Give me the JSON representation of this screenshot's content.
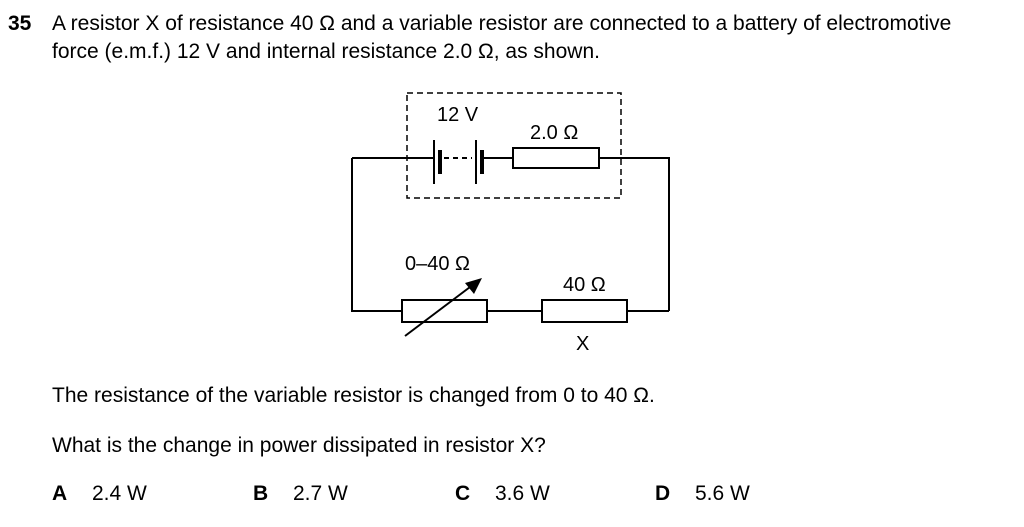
{
  "question": {
    "number": "35",
    "stem_line1": "A resistor X of resistance 40 Ω and a variable resistor are connected to a battery of electromotive",
    "stem_line2": "force (e.m.f.) 12 V and internal resistance 2.0 Ω, as shown.",
    "para1": "The resistance of the variable resistor is changed from 0 to 40 Ω.",
    "para2": "What is the change in power dissipated in resistor X?"
  },
  "diagram": {
    "battery_label": "12 V",
    "internal_resistance_label": "2.0 Ω",
    "variable_resistor_label": "0–40 Ω",
    "resistor_x_value_label": "40 Ω",
    "resistor_x_name": "X"
  },
  "options": [
    {
      "letter": "A",
      "text": "2.4 W"
    },
    {
      "letter": "B",
      "text": "2.7 W"
    },
    {
      "letter": "C",
      "text": "3.6 W"
    },
    {
      "letter": "D",
      "text": "5.6 W"
    }
  ]
}
